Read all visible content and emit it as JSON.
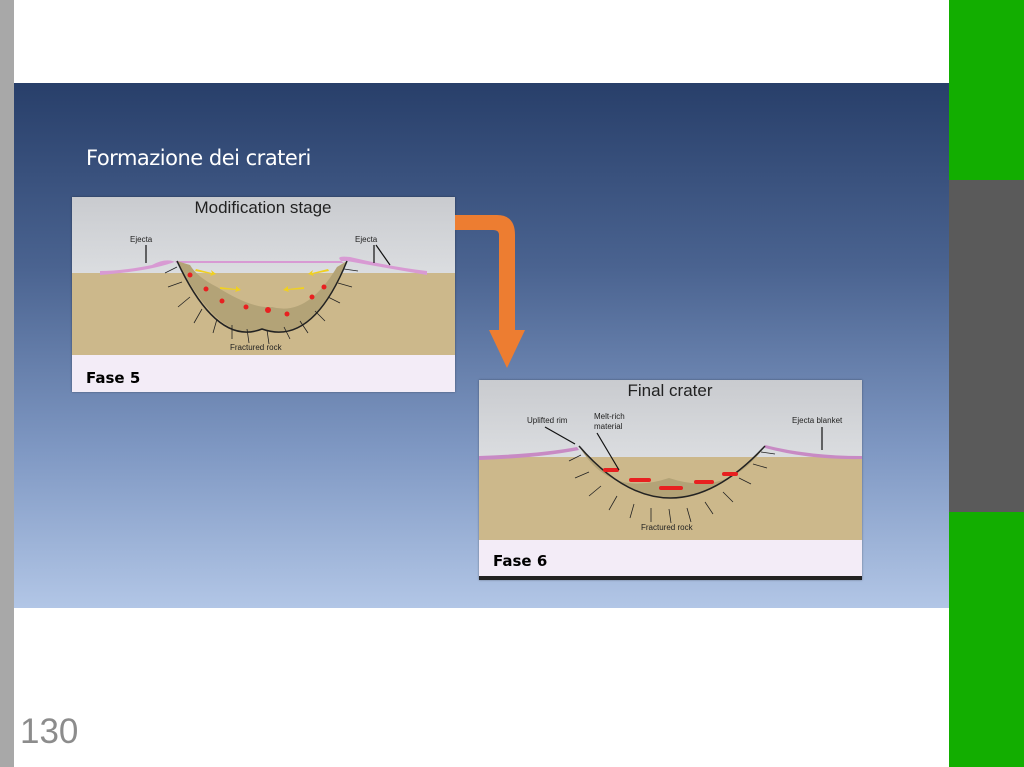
{
  "slide": {
    "title": "Formazione dei crateri",
    "page_number": "130"
  },
  "figures": [
    {
      "heading": "Modification stage",
      "labels": {
        "ejecta_left": "Ejecta",
        "ejecta_right": "Ejecta",
        "fractured": "Fractured rock"
      },
      "caption": "Fase 5"
    },
    {
      "heading": "Final crater",
      "labels": {
        "uplifted_rim": "Uplifted rim",
        "melt_line1": "Melt-rich",
        "melt_line2": "material",
        "ejecta_blanket": "Ejecta blanket",
        "fractured": "Fractured rock"
      },
      "caption": "Fase 6"
    }
  ],
  "colors": {
    "accent_green": "#12ae00",
    "arrow_orange": "#ed7d31",
    "melt_red": "#e82020",
    "ground_tan": "#ccb88b"
  }
}
